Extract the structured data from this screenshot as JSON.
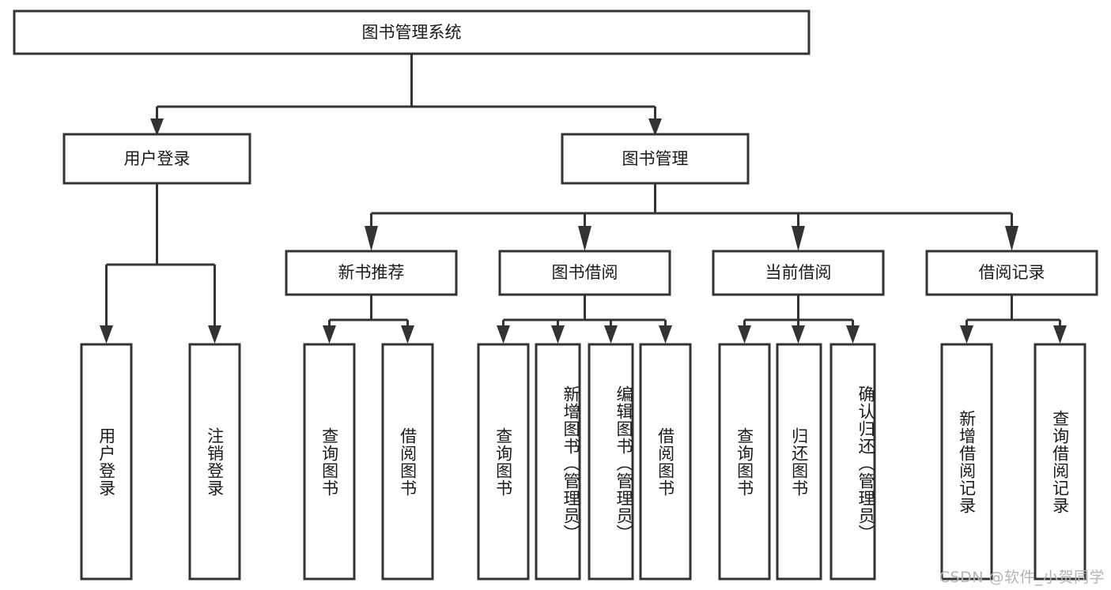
{
  "diagram": {
    "type": "tree",
    "title": "图书管理系统",
    "watermark": "CSDN @软件_小贺同学",
    "colors": {
      "box_stroke": "#333333",
      "box_fill": "#ffffff",
      "text": "#1a1a1a",
      "background": "#ffffff",
      "watermark": "#b4b4b4"
    },
    "nodes": {
      "root": {
        "label": "图书管理系统"
      },
      "level2": [
        {
          "id": "user-login",
          "label": "用户登录"
        },
        {
          "id": "book-management",
          "label": "图书管理"
        }
      ],
      "level3": [
        {
          "id": "new-book-recommend",
          "label": "新书推荐"
        },
        {
          "id": "book-borrow",
          "label": "图书借阅"
        },
        {
          "id": "current-borrow",
          "label": "当前借阅"
        },
        {
          "id": "borrow-record",
          "label": "借阅记录"
        }
      ],
      "leaves": {
        "user-login": [
          {
            "id": "leaf-user-login",
            "label": "用户登录"
          },
          {
            "id": "leaf-logout-login",
            "label": "注销登录"
          }
        ],
        "new-book-recommend": [
          {
            "id": "leaf-query-book-1",
            "label": "查询图书"
          },
          {
            "id": "leaf-borrow-book-1",
            "label": "借阅图书"
          }
        ],
        "book-borrow": [
          {
            "id": "leaf-query-book-2",
            "label": "查询图书"
          },
          {
            "id": "leaf-add-book",
            "label": "新增图书（管理员）"
          },
          {
            "id": "leaf-edit-book",
            "label": "编辑图书（管理员）"
          },
          {
            "id": "leaf-borrow-book-2",
            "label": "借阅图书"
          }
        ],
        "current-borrow": [
          {
            "id": "leaf-query-book-3",
            "label": "查询图书"
          },
          {
            "id": "leaf-return-book",
            "label": "归还图书"
          },
          {
            "id": "leaf-confirm-return",
            "label": "确认归还（管理员）"
          }
        ],
        "borrow-record": [
          {
            "id": "leaf-add-record",
            "label": "新增借阅记录"
          },
          {
            "id": "leaf-query-record",
            "label": "查询借阅记录"
          }
        ]
      }
    }
  }
}
